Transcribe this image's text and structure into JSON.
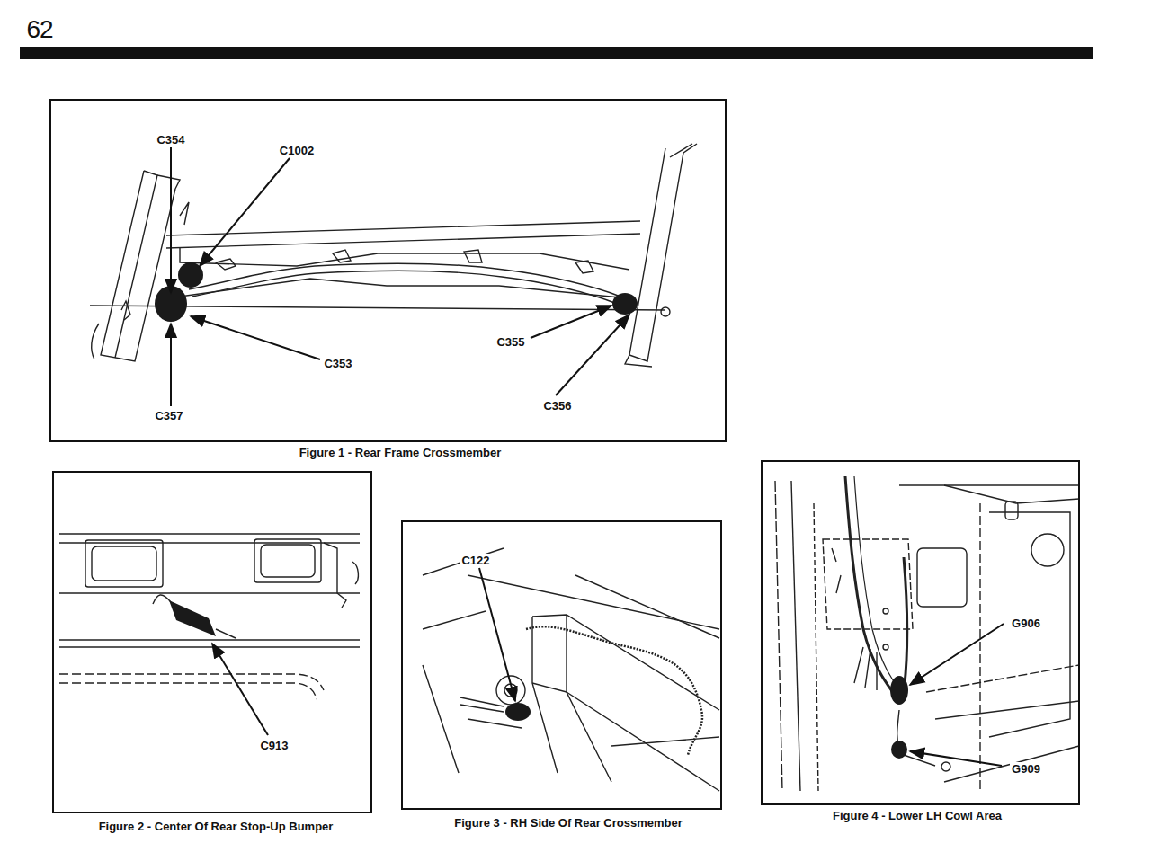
{
  "diagram": {
    "nodes": [
      {
        "text": [
          "Figure 1 - Rear Frame Crossmember"
        ]
      },
      {
        "text": [
          "Figure 2 - Center Of Rear Stop-Up Bumper"
        ]
      },
      {
        "text": [
          "Figure 3 - RH Side Of Rear Crossmember"
        ]
      },
      {
        "text": [
          "Figure 4 - Lower LH Cowl Area"
        ]
      }
    ],
    "labels": [
      "62",
      "C354",
      "C1002",
      "C353",
      "C357",
      "C355",
      "C356",
      "C913",
      "C122",
      "G906",
      "G909"
    ]
  }
}
